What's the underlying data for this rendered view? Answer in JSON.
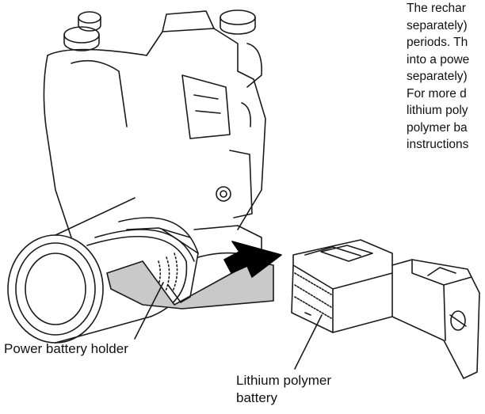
{
  "body_text": {
    "lines": [
      "The rechar",
      "separately)",
      "periods. Th",
      "into a powe",
      "separately)",
      "For more d",
      "lithium poly",
      "polymer ba",
      "instructions"
    ]
  },
  "labels": {
    "holder": "Power battery holder",
    "battery_line1": "Lithium polymer",
    "battery_line2": "battery"
  },
  "colors": {
    "holder_fill": "#c9c9c9",
    "line": "#1a1a1a",
    "arrow": "#000000"
  }
}
